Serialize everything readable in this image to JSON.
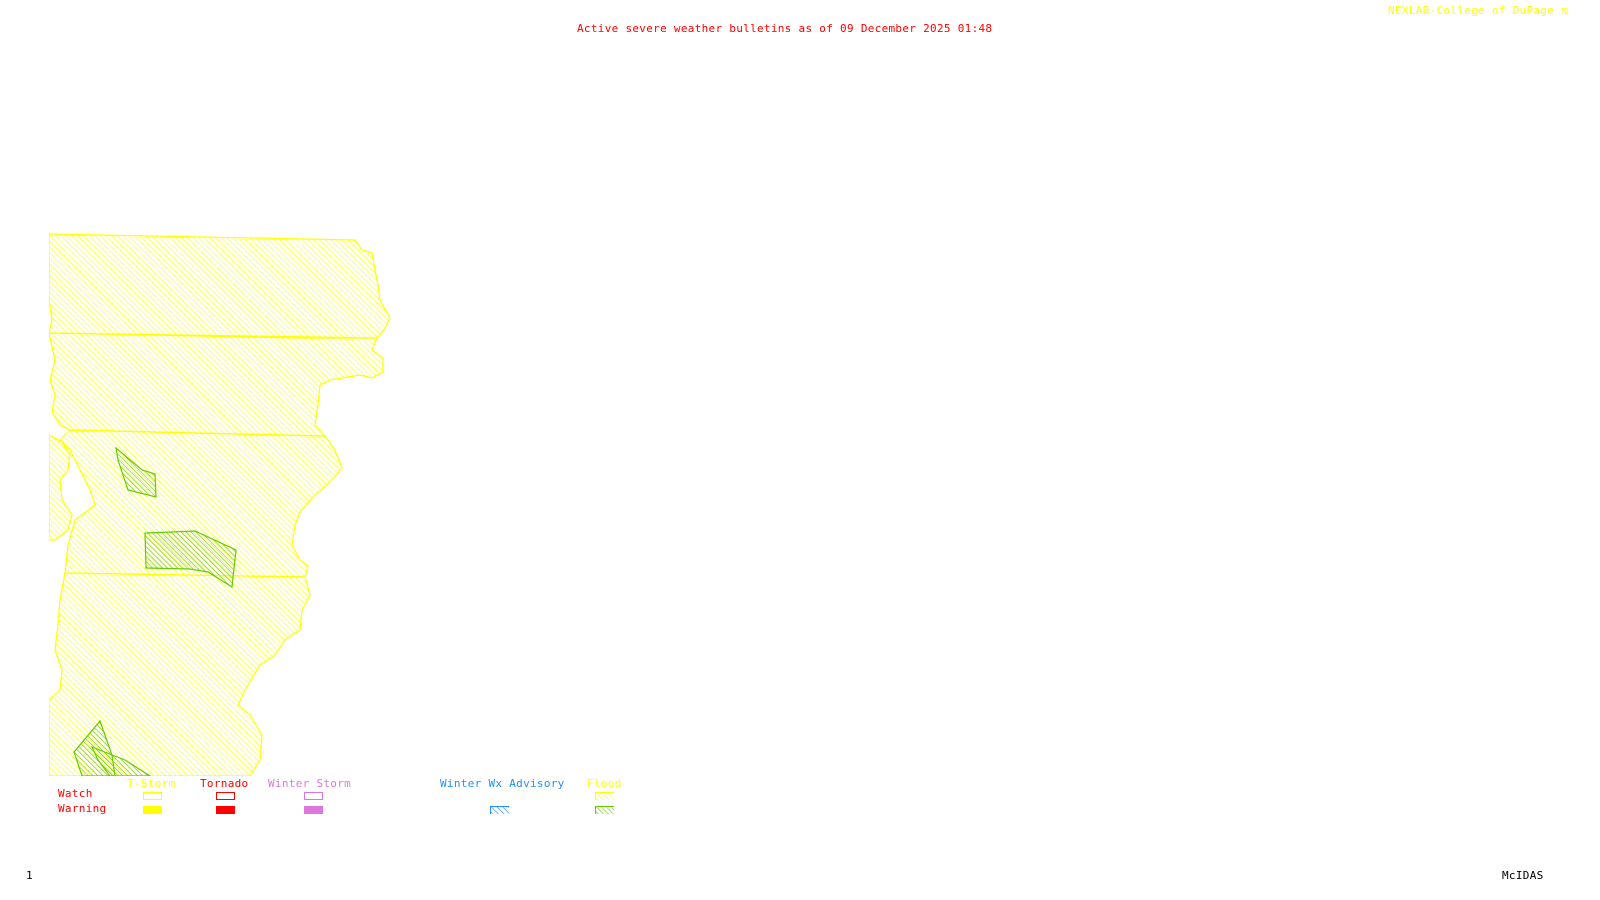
{
  "header": {
    "title": "Active severe weather bulletins as of 09 December 2025 01:48",
    "credit": "NEXLAB-College of DuPage",
    "credit_icon": "logo-glyph"
  },
  "footer": {
    "frame_number": "1",
    "software": "McIDAS"
  },
  "colors": {
    "title": "#ff0000",
    "credit": "#ffff00",
    "tstorm": "#ffff00",
    "tornado": "#ff0000",
    "winter_storm": "#dd77dd",
    "winter_wx_advisory": "#1e90ff",
    "flood_watch": "#ffff00",
    "flood_warning": "#66cc00"
  },
  "map": {
    "active_products": [
      {
        "name": "Flood Watch",
        "style": "hatched",
        "color": "#ffff00"
      },
      {
        "name": "Flood Warning",
        "style": "hatched",
        "color": "#66cc00",
        "count": 4
      }
    ]
  },
  "legend": {
    "rows": [
      {
        "label": "Watch"
      },
      {
        "label": "Warning"
      }
    ],
    "columns": [
      {
        "label": "T-Storm",
        "color": "#ffff00",
        "watch": "outline",
        "warning": "solid"
      },
      {
        "label": "Tornado",
        "color": "#ff0000",
        "watch": "outline",
        "warning": "solid"
      },
      {
        "label": "Winter Storm",
        "color": "#dd77dd",
        "watch": "outline",
        "warning": "solid"
      },
      {
        "label": "Winter Wx Advisory",
        "color": "#1e90ff",
        "watch": "none",
        "warning": "hatched"
      },
      {
        "label": "Flood",
        "color": "#ffff00",
        "watch": "hatched",
        "warning": "hatched",
        "warning_color": "#66cc00"
      }
    ]
  }
}
